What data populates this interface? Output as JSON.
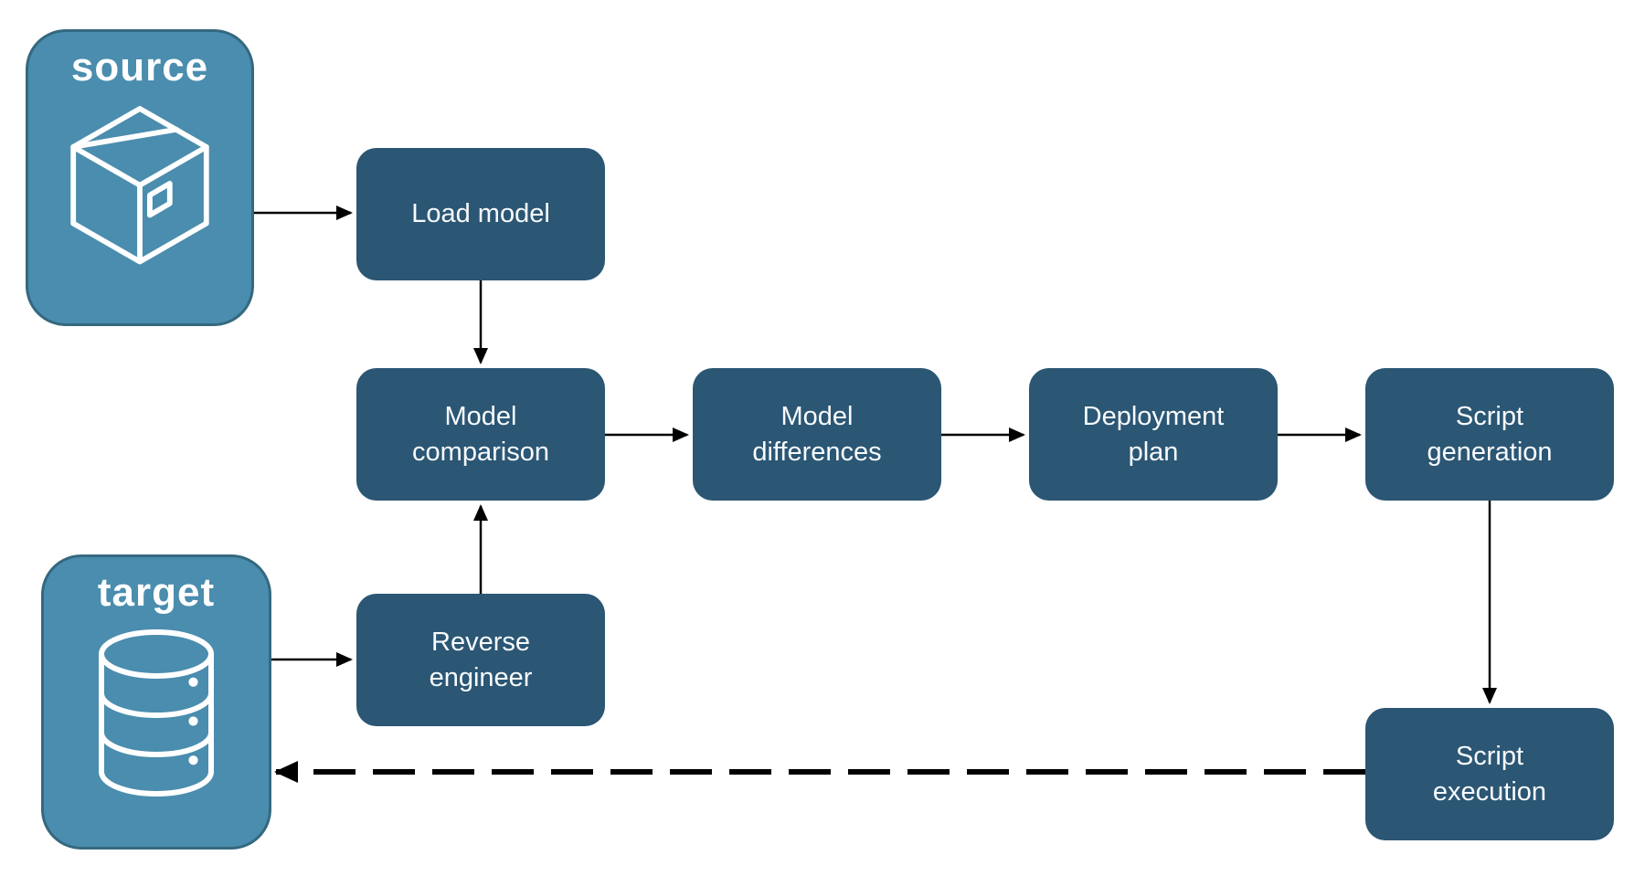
{
  "diagram": {
    "background": "#FFFFFF",
    "entities": [
      {
        "id": "source",
        "label": "source",
        "icon": "package-icon"
      },
      {
        "id": "target",
        "label": "target",
        "icon": "database-icon"
      }
    ],
    "nodes": [
      {
        "id": "load-model",
        "label": "Load model"
      },
      {
        "id": "model-comparison",
        "label": "Model comparison"
      },
      {
        "id": "model-differences",
        "label": "Model differences"
      },
      {
        "id": "deployment-plan",
        "label": "Deployment plan"
      },
      {
        "id": "script-generation",
        "label": "Script generation"
      },
      {
        "id": "reverse-engineer",
        "label": "Reverse engineer"
      },
      {
        "id": "script-execution",
        "label": "Script execution"
      }
    ],
    "edges": [
      {
        "from": "source",
        "to": "load-model",
        "style": "solid"
      },
      {
        "from": "load-model",
        "to": "model-comparison",
        "style": "solid"
      },
      {
        "from": "model-comparison",
        "to": "model-differences",
        "style": "solid"
      },
      {
        "from": "model-differences",
        "to": "deployment-plan",
        "style": "solid"
      },
      {
        "from": "deployment-plan",
        "to": "script-generation",
        "style": "solid"
      },
      {
        "from": "script-generation",
        "to": "script-execution",
        "style": "solid"
      },
      {
        "from": "reverse-engineer",
        "to": "model-comparison",
        "style": "solid"
      },
      {
        "from": "target",
        "to": "reverse-engineer",
        "style": "solid"
      },
      {
        "from": "script-execution",
        "to": "target",
        "style": "dashed"
      }
    ],
    "colors": {
      "node_fill": "#2B5674",
      "entity_fill": "#4A8DAE",
      "entity_border": "#35687F",
      "label_text": "#FFFFFF",
      "arrow": "#000000"
    }
  }
}
